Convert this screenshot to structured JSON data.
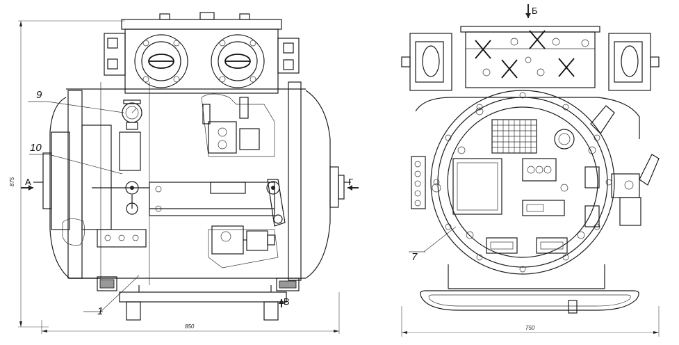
{
  "left_view": {
    "callouts": [
      {
        "id": "callout-9",
        "text": "9"
      },
      {
        "id": "callout-10",
        "text": "10"
      },
      {
        "id": "callout-1",
        "text": "1"
      }
    ],
    "view_letters": {
      "a": "A",
      "g": "Г",
      "v": "В"
    },
    "dimensions": {
      "width": "850",
      "height": "875"
    }
  },
  "right_view": {
    "callouts": [
      {
        "id": "callout-7",
        "text": "7"
      }
    ],
    "view_letters": {
      "b": "Б"
    },
    "dimensions": {
      "width": "750"
    }
  }
}
